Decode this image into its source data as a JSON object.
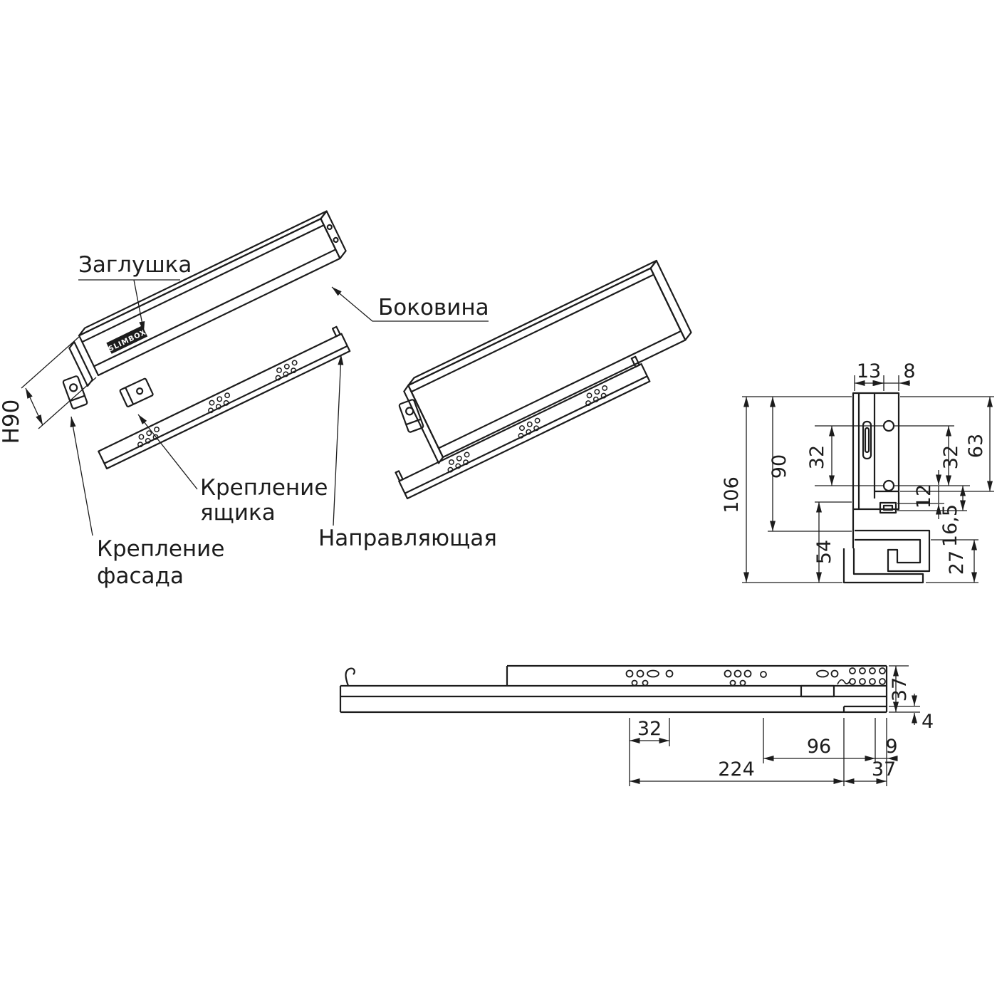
{
  "diagram": {
    "labels": {
      "cap": "Заглушка",
      "side_panel": "Боковина",
      "drawer_mount_1": "Крепление",
      "drawer_mount_2": "ящика",
      "facade_mount_1": "Крепление",
      "facade_mount_2": "фасада",
      "rail": "Направляющая",
      "height": "H90",
      "logo": "SLIMBOX"
    },
    "section_dims": {
      "d13": "13",
      "d8": "8",
      "d63": "63",
      "d32_right": "32",
      "d32_left": "32",
      "d90": "90",
      "d106": "106",
      "d12": "12",
      "d16_5": "16,5",
      "d54": "54",
      "d27": "27"
    },
    "plan_dims": {
      "d37_right": "37",
      "d4": "4",
      "d32": "32",
      "d96": "96",
      "d9": "9",
      "d224": "224",
      "d37_bottom": "37"
    },
    "colors": {
      "line": "#1c1c1c",
      "background": "#ffffff"
    }
  }
}
